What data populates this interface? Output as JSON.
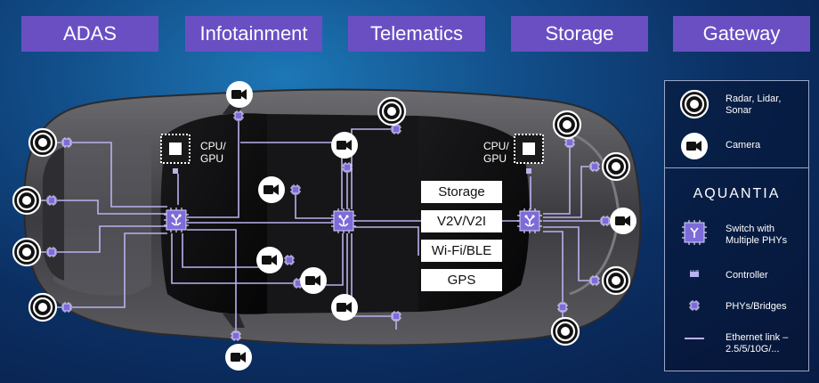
{
  "categories": [
    "ADAS",
    "Infotainment",
    "Telematics",
    "Storage",
    "Gateway"
  ],
  "cpu_labels": [
    "CPU/\nGPU",
    "CPU/\nGPU"
  ],
  "features": [
    "Storage",
    "V2V/V2I",
    "Wi-Fi/BLE",
    "GPS"
  ],
  "legend": {
    "brand": "AQUANTIA",
    "radar": "Radar, Lidar, Sonar",
    "camera": "Camera",
    "switch": "Switch with Multiple PHYs",
    "controller": "Controller",
    "phy": "PHYs/Bridges",
    "ethernet": "Ethernet link – 2.5/5/10G/..."
  },
  "colors": {
    "category_bg": "#6a4fc3",
    "switch": "#7d6bd8",
    "link": "#b9b2ee",
    "car_body": "#4a4a4f"
  },
  "icons": [
    "radar-icon",
    "camera-icon",
    "switch-icon",
    "controller-icon",
    "phy-icon",
    "cpu-chip-icon"
  ]
}
